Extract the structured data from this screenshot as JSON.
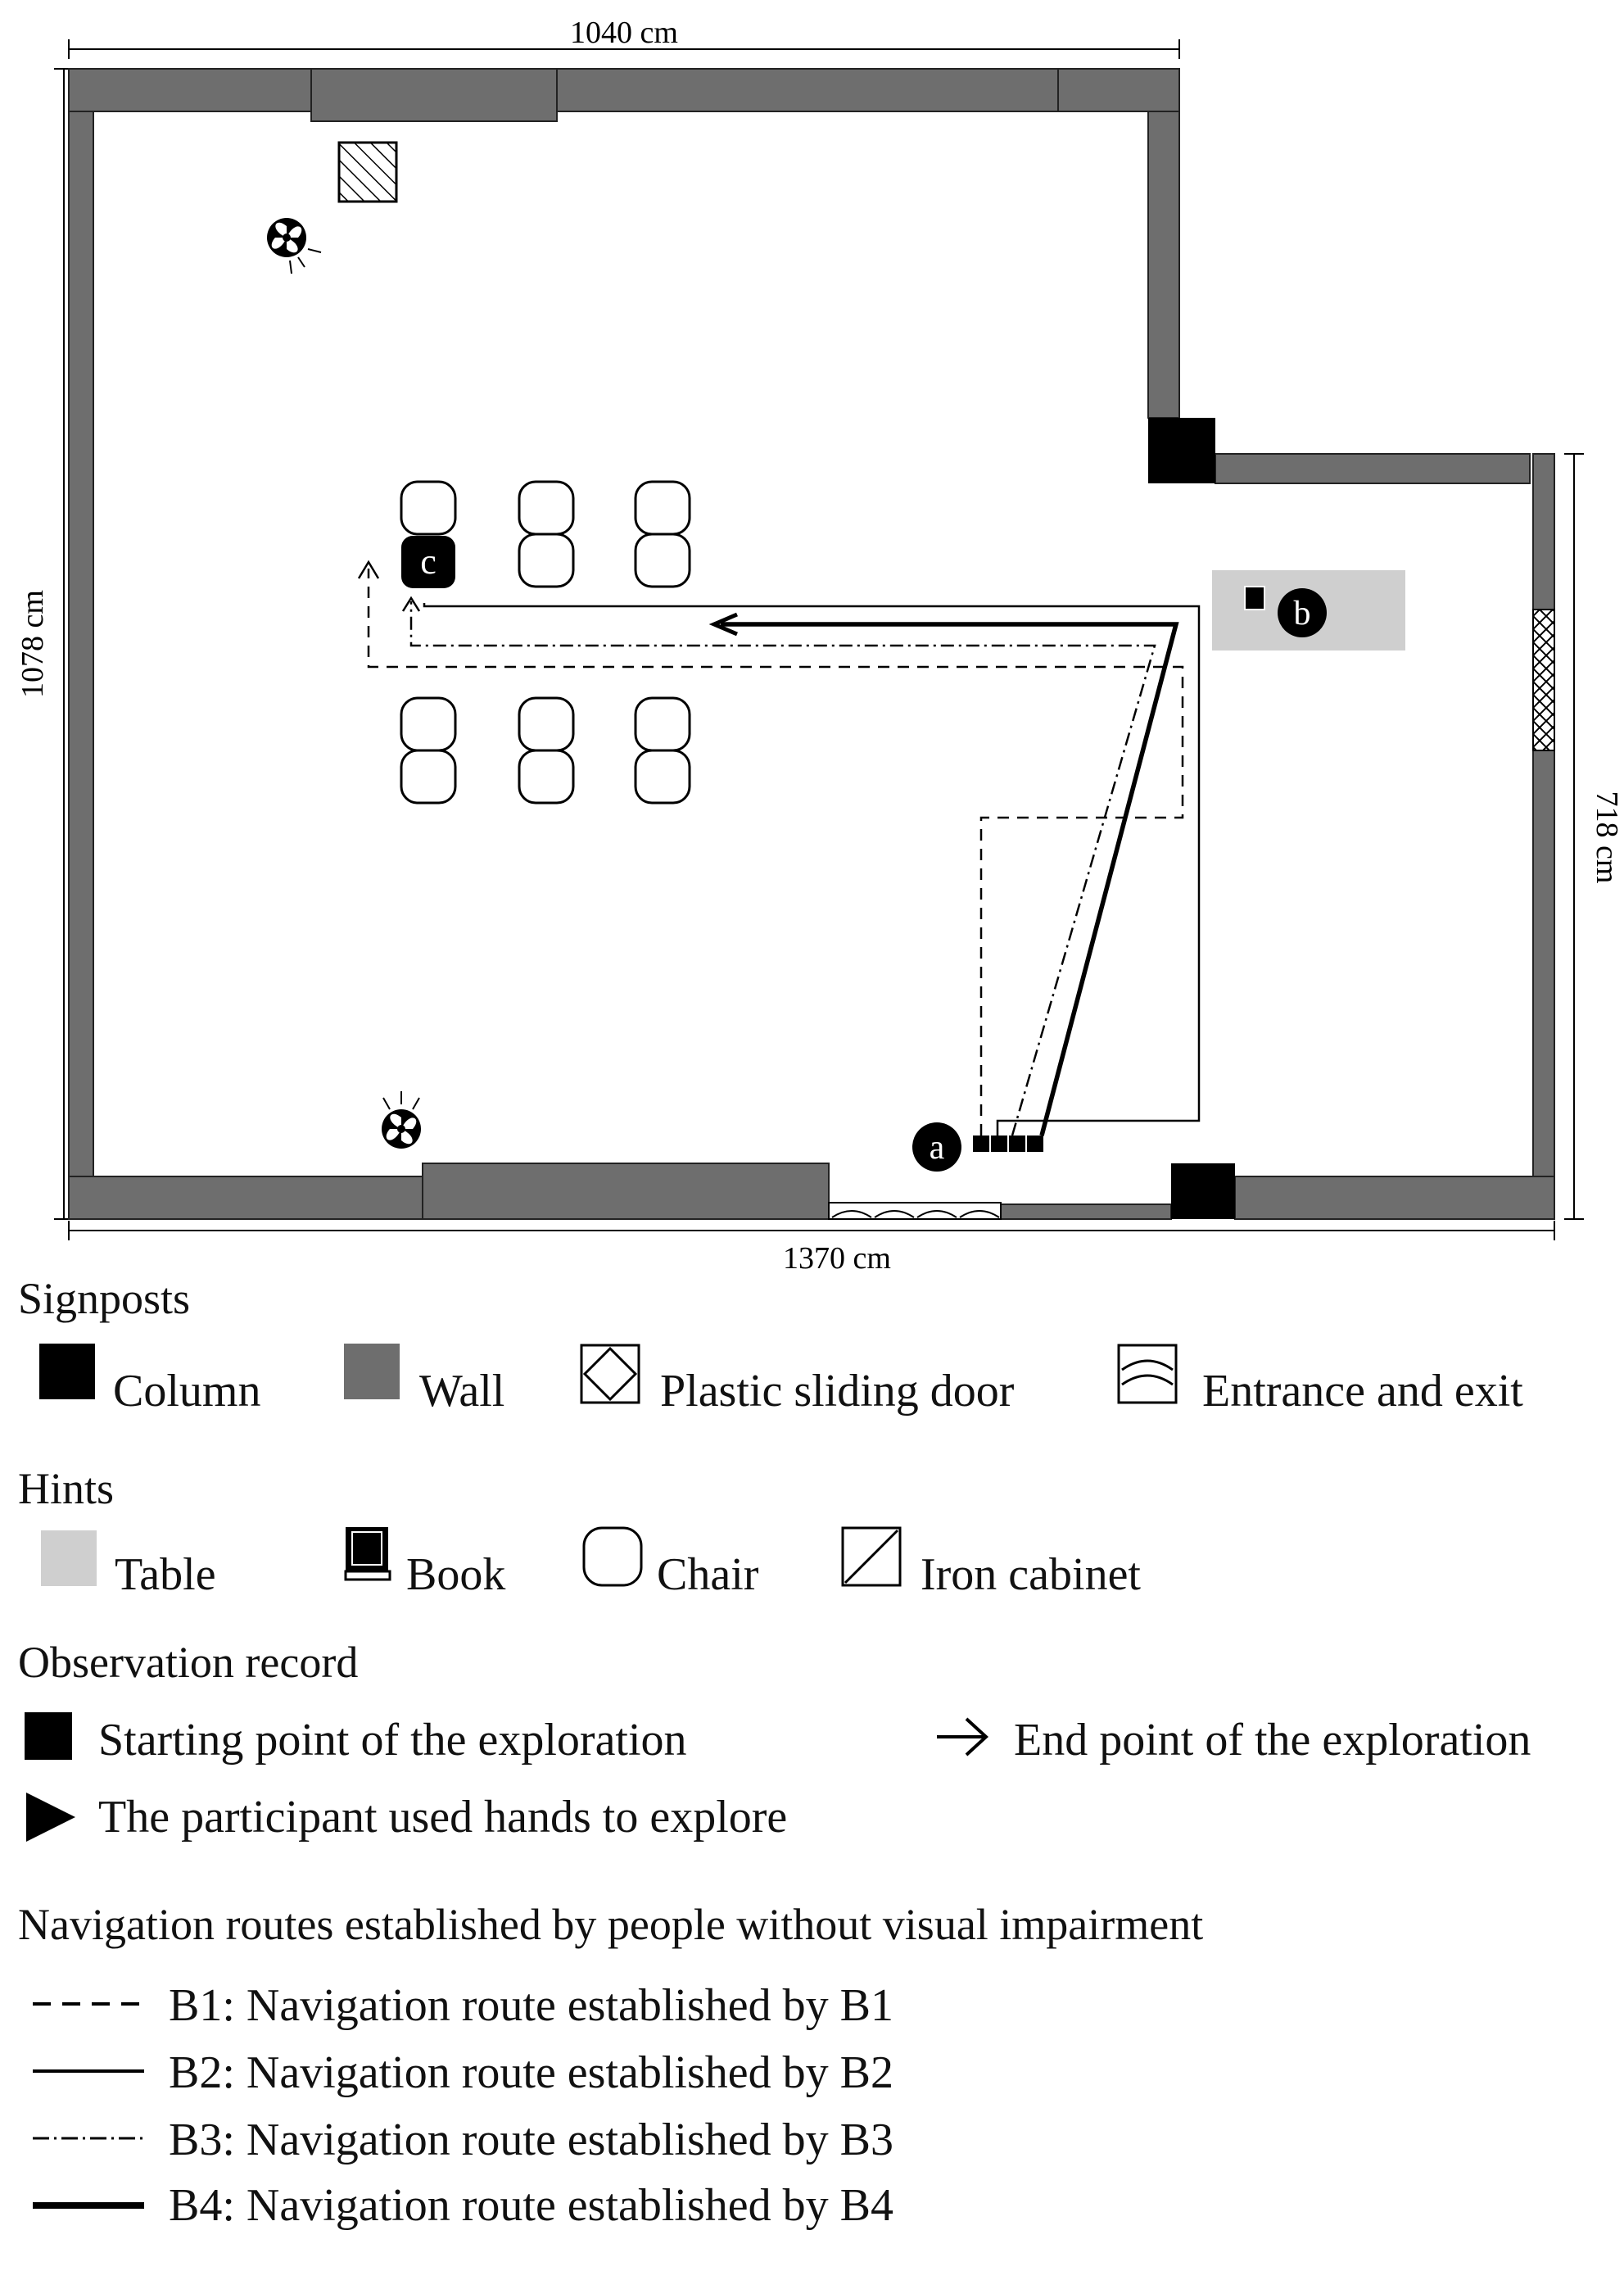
{
  "dimensions": {
    "top": "1040 cm",
    "left": "1078 cm",
    "right": "718 cm",
    "bottom": "1370 cm"
  },
  "markers": {
    "start": "a",
    "book": "b",
    "chair": "c"
  },
  "legend": {
    "signposts": {
      "title": "Signposts",
      "column": "Column",
      "wall": "Wall",
      "plastic_door": "Plastic sliding door",
      "entrance": "Entrance and exit"
    },
    "hints": {
      "title": "Hints",
      "table": "Table",
      "book": "Book",
      "chair": "Chair",
      "cabinet": "Iron cabinet"
    },
    "observation": {
      "title": "Observation record",
      "start": "Starting point of the exploration",
      "end": "End point of the exploration",
      "hands": "The participant used hands to explore"
    },
    "routes": {
      "title": "Navigation routes established by people without visual impairment",
      "b1": "B1: Navigation route established by B1",
      "b2": "B2: Navigation route established by B2",
      "b3": "B3: Navigation route established by B3",
      "b4": "B4: Navigation route established by B4"
    }
  },
  "colors": {
    "wall": "#6e6e6e",
    "column": "#000000",
    "table": "#cfcfcf",
    "route": "#000000"
  }
}
